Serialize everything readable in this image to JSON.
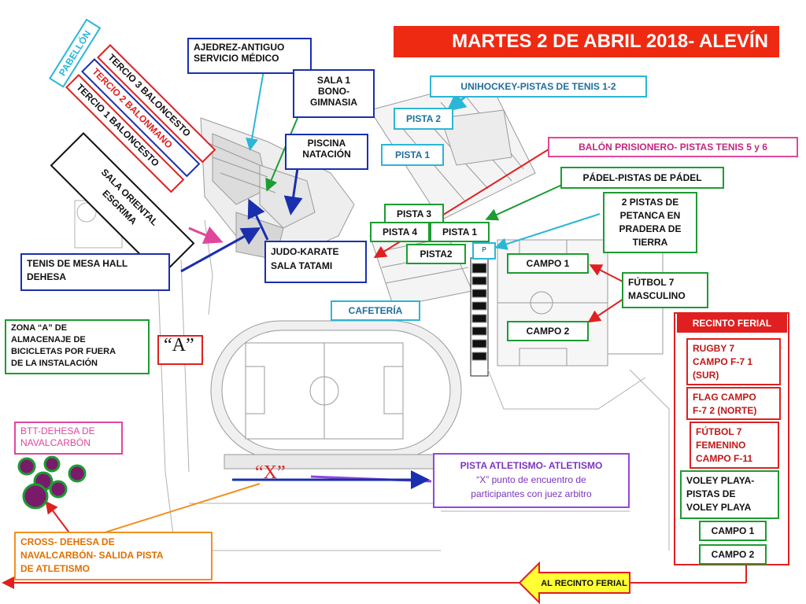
{
  "title": "MARTES 2 DE ABRIL 2018- ALEVÍN",
  "rotated_labels": [
    {
      "text": "PABELLÓN"
    },
    {
      "text": "TERCIO 3 BALONCESTO"
    },
    {
      "text": "TERCIO 2 BALONMANO"
    },
    {
      "text": "TERCIO 1 BALONCESTO"
    },
    {
      "text": "SALA ORIENTAL"
    },
    {
      "text": "ESGRIMA"
    }
  ],
  "labels": {
    "ajedrez_1": "AJEDREZ-ANTIGUO",
    "ajedrez_2": "SERVICIO MÉDICO",
    "sala1_1": "SALA 1",
    "sala1_2": "BONO-",
    "sala1_3": "GIMNASIA",
    "piscina_1": "PISCINA",
    "piscina_2": "NATACIÓN",
    "unihockey": "UNIHOCKEY-PISTAS DE TENIS 1-2",
    "pista2_top": "PISTA 2",
    "pista1_top": "PISTA 1",
    "balon": "BALÓN PRISIONERO- PISTAS TENIS 5 y 6",
    "padel": "PÁDEL-PISTAS DE PÁDEL",
    "petanca_1": "2 PISTAS DE",
    "petanca_2": "PETANCA EN",
    "petanca_3": "PRADERA DE",
    "petanca_4": "TIERRA",
    "pista3": "PISTA 3",
    "pista4": "PISTA 4",
    "pista1_mid": "PISTA 1",
    "pista2_mid": "PISTA2",
    "parking": "P",
    "campo1": "CAMPO 1",
    "campo2": "CAMPO 2",
    "futbol7_1": "FÚTBOL 7",
    "futbol7_2": "MASCULINO",
    "judo_1": "JUDO-KARATE",
    "judo_2": "SALA TATAMI",
    "tenis_1": "TENIS DE MESA HALL",
    "tenis_2": "DEHESA",
    "cafeteria": "CAFETERÍA",
    "zonaA_1": "ZONA “A” DE",
    "zonaA_2": "ALMACENAJE DE",
    "zonaA_3": "BICICLETAS POR FUERA",
    "zonaA_4": "DE LA INSTALACIÓN",
    "markA": "“A”",
    "markX": "“X”",
    "btt_1": "BTT-DEHESA DE",
    "btt_2": "NAVALCARBÓN",
    "atletismo_1": "PISTA ATLETISMO- ATLETISMO",
    "atletismo_2": "“X” punto de encuentro de",
    "atletismo_3": "participantes con juez arbitro",
    "cross_1": "CROSS- DEHESA DE",
    "cross_2": "NAVALCARBÓN- SALIDA PISTA",
    "cross_3": "DE ATLETISMO",
    "recinto": "RECINTO FERIAL",
    "rugby_1": "RUGBY 7",
    "rugby_2": "CAMPO F-7 1",
    "rugby_3": "(SUR)",
    "flag_1": "FLAG CAMPO",
    "flag_2": "F-7 2 (NORTE)",
    "futfem_1": "FÚTBOL 7",
    "futfem_2": "FEMENINO",
    "futfem_3": "CAMPO F-11",
    "voley_1": "VOLEY PLAYA-",
    "voley_2": "PISTAS DE",
    "voley_3": "VOLEY PLAYA",
    "rf_campo1": "CAMPO 1",
    "rf_campo2": "CAMPO 2",
    "al_recinto": "AL RECINTO FERIAL"
  },
  "colors": {
    "title_bg": "#ef2a12",
    "blue": "#1a2fae",
    "cyan": "#2bb6d6",
    "green": "#1c9c32",
    "pink": "#e0479c",
    "red": "#e02020",
    "orange": "#f09020",
    "purple": "#9447d9",
    "circle": "#7a1a6a"
  }
}
